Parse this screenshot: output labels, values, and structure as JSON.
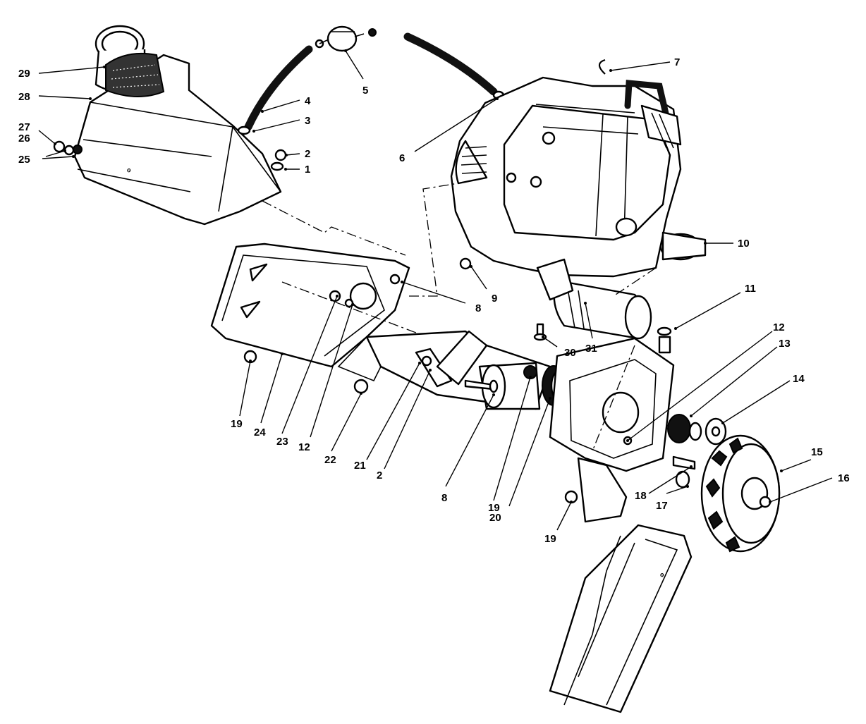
{
  "callouts": [
    {
      "id": "c1",
      "text": "1"
    },
    {
      "id": "c2a",
      "text": "2"
    },
    {
      "id": "c2b",
      "text": "2"
    },
    {
      "id": "c3",
      "text": "3"
    },
    {
      "id": "c4",
      "text": "4"
    },
    {
      "id": "c5",
      "text": "5"
    },
    {
      "id": "c6",
      "text": "6"
    },
    {
      "id": "c7",
      "text": "7"
    },
    {
      "id": "c8a",
      "text": "8"
    },
    {
      "id": "c8b",
      "text": "8"
    },
    {
      "id": "c9",
      "text": "9"
    },
    {
      "id": "c10",
      "text": "10"
    },
    {
      "id": "c11",
      "text": "11"
    },
    {
      "id": "c12a",
      "text": "12"
    },
    {
      "id": "c12b",
      "text": "12"
    },
    {
      "id": "c13",
      "text": "13"
    },
    {
      "id": "c14",
      "text": "14"
    },
    {
      "id": "c15",
      "text": "15"
    },
    {
      "id": "c16",
      "text": "16"
    },
    {
      "id": "c17",
      "text": "17"
    },
    {
      "id": "c18",
      "text": "18"
    },
    {
      "id": "c19a",
      "text": "19"
    },
    {
      "id": "c19b",
      "text": "19"
    },
    {
      "id": "c19c",
      "text": "19"
    },
    {
      "id": "c20",
      "text": "20"
    },
    {
      "id": "c21",
      "text": "21"
    },
    {
      "id": "c22",
      "text": "22"
    },
    {
      "id": "c23",
      "text": "23"
    },
    {
      "id": "c24",
      "text": "24"
    },
    {
      "id": "c25",
      "text": "25"
    },
    {
      "id": "c26",
      "text": "26"
    },
    {
      "id": "c27",
      "text": "27"
    },
    {
      "id": "c28",
      "text": "28"
    },
    {
      "id": "c29",
      "text": "29"
    },
    {
      "id": "c30",
      "text": "30"
    },
    {
      "id": "c31",
      "text": "31"
    }
  ]
}
